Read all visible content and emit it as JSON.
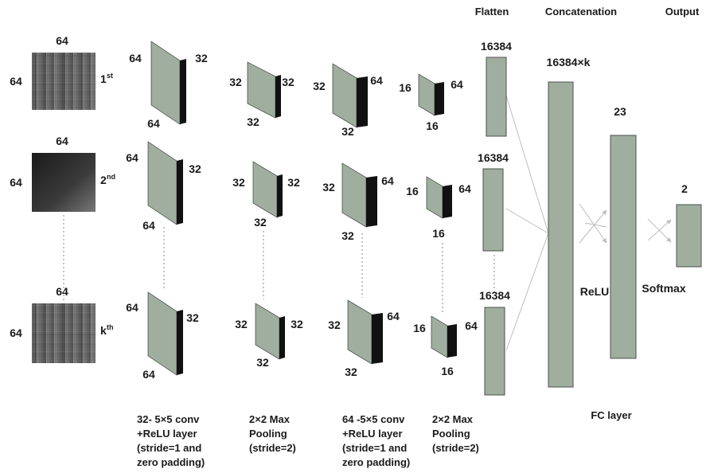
{
  "headers": {
    "flatten": "Flatten",
    "concatenation": "Concatenation",
    "output": "Output"
  },
  "inputs": [
    {
      "top": "64",
      "left": "64",
      "order": "1",
      "suffix": "st",
      "texture": "noise-dark"
    },
    {
      "top": "64",
      "left": "64",
      "order": "2",
      "suffix": "nd",
      "texture": "gradient"
    },
    {
      "top": "64",
      "left": "64",
      "order": "k",
      "suffix": "th",
      "texture": "noise-dark"
    }
  ],
  "conv1": [
    {
      "d": "64",
      "w": "32",
      "h": "64"
    },
    {
      "d": "64",
      "w": "32",
      "h": "64"
    },
    {
      "d": "64",
      "w": "32",
      "h": "64"
    }
  ],
  "pool1": [
    {
      "d": "32",
      "w": "32",
      "h": "32"
    },
    {
      "d": "32",
      "w": "32",
      "h": "32"
    },
    {
      "d": "32",
      "w": "32",
      "h": "32"
    }
  ],
  "conv2": [
    {
      "d": "32",
      "w": "64",
      "h": "32"
    },
    {
      "d": "32",
      "w": "64",
      "h": "32"
    },
    {
      "d": "32",
      "w": "64",
      "h": "32"
    }
  ],
  "pool2": [
    {
      "d": "16",
      "w": "64",
      "h": "16"
    },
    {
      "d": "16",
      "w": "64",
      "h": "16"
    },
    {
      "d": "16",
      "w": "64",
      "h": "16"
    }
  ],
  "flatten": [
    "16384",
    "16384",
    "16384"
  ],
  "concat_label": "16384×k",
  "fc_label": "23",
  "output_label": "2",
  "relu_label": "ReLU",
  "softmax_label": "Softmax",
  "fc_layer_label": "FC layer",
  "captions": {
    "conv1": [
      "32- 5×5 conv",
      "+ReLU layer",
      "(stride=1 and",
      "zero padding)"
    ],
    "pool1": [
      "2×2 Max",
      "Pooling",
      " (stride=2)"
    ],
    "conv2": [
      "64 -5×5 conv",
      "+ReLU layer",
      "(stride=1 and",
      "zero padding)"
    ],
    "pool2": [
      "2×2 Max",
      "Pooling",
      " (stride=2)"
    ]
  },
  "colors": {
    "block_face": "#9fae9f",
    "block_top": "#7d8a7d",
    "block_side": "#111111",
    "bar_fill": "#9fae9f",
    "bar_stroke": "#4a524a",
    "line": "#bdbdbd"
  }
}
